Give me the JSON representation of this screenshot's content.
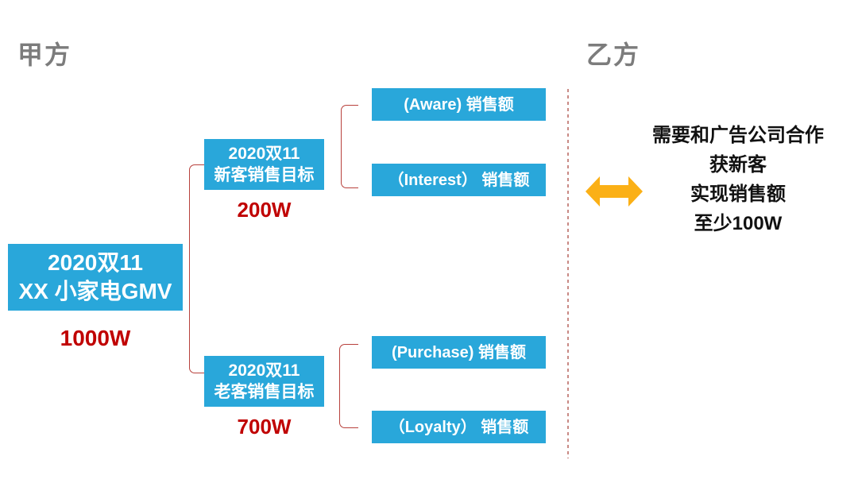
{
  "header": {
    "party_a": "甲方",
    "party_b": "乙方"
  },
  "tree": {
    "root": {
      "title_line1": "2020双11",
      "title_line2": "XX 小家电GMV",
      "value": "1000W"
    },
    "branches": [
      {
        "title_line1": "2020双11",
        "title_line2": "新客销售目标",
        "value": "200W",
        "children": [
          {
            "label": "(Aware) 销售额"
          },
          {
            "label": "（Interest） 销售额"
          }
        ]
      },
      {
        "title_line1": "2020双11",
        "title_line2": "老客销售目标",
        "value": "700W",
        "children": [
          {
            "label": "(Purchase) 销售额"
          },
          {
            "label": "（Loyalty） 销售额"
          }
        ]
      }
    ]
  },
  "right_panel": {
    "arrow_icon": "double-headed-horizontal-arrow",
    "note_lines": [
      "需要和广告公司合作",
      "获新客",
      "实现销售额",
      "至少100W"
    ]
  },
  "colors": {
    "box_blue": "#29a7da",
    "value_red": "#c00000",
    "connector_red": "#b8413c",
    "divider_red": "#c98a85",
    "arrow_gold": "#fbb016",
    "heading_gray": "#7c7c7c"
  }
}
